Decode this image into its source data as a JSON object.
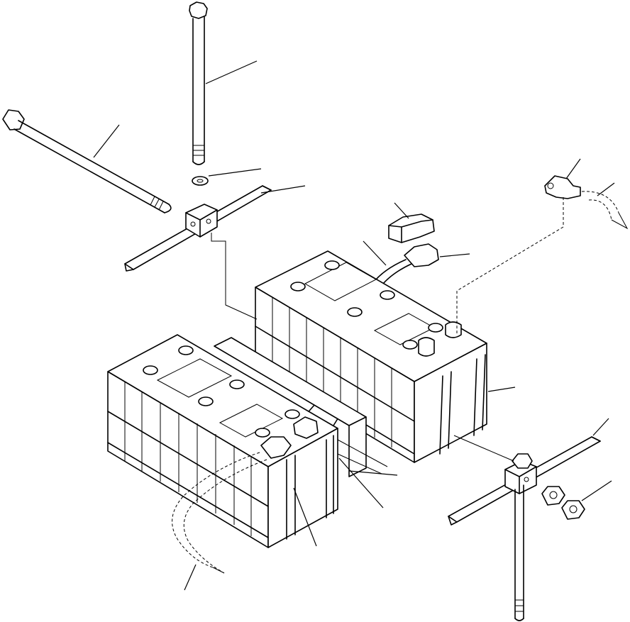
{
  "figure": {
    "type": "exploded-parts-diagram",
    "subject": "battery-mounting",
    "line_color": "#000000",
    "background": "#ffffff",
    "parts": [
      "battery-left",
      "battery-right",
      "connector-cable",
      "hold-down-bolt-vertical-top",
      "hold-down-bolt-diagonal",
      "washer",
      "clamp-bar-top",
      "clamp-bar-bottom",
      "terminal-cap",
      "terminal-clamp-right",
      "positive-cable",
      "ground-cable",
      "hold-down-bolt-bottom",
      "nut-pair",
      "spacer-block"
    ],
    "callout_labels": []
  }
}
